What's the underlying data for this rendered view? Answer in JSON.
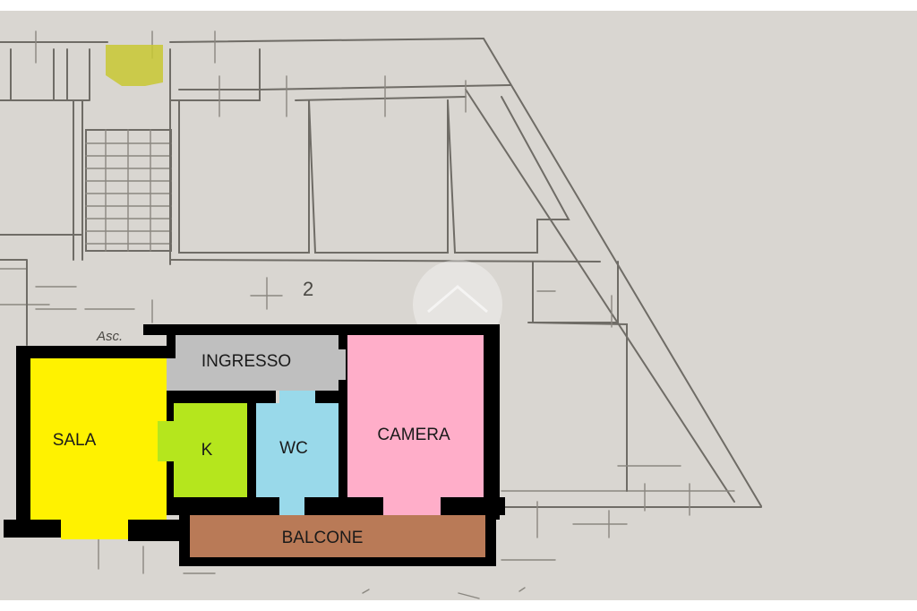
{
  "plan": {
    "colors": {
      "paper": "#d9d6d1",
      "wall": "#000000",
      "sala": "#fff200",
      "ingresso": "#bfbfbf",
      "kitchen": "#b5e61d",
      "wc": "#99d9ea",
      "camera": "#ffaec9",
      "balcone": "#b97a57",
      "stair_highlight": "#c8c832"
    },
    "rooms": {
      "ingresso": "INGRESSO",
      "sala": "SALA",
      "kitchen": "K",
      "wc": "WC",
      "camera": "CAMERA",
      "balcone": "BALCONE"
    },
    "sketch_labels": {
      "floor_number": "2",
      "lift": "Asc."
    }
  }
}
